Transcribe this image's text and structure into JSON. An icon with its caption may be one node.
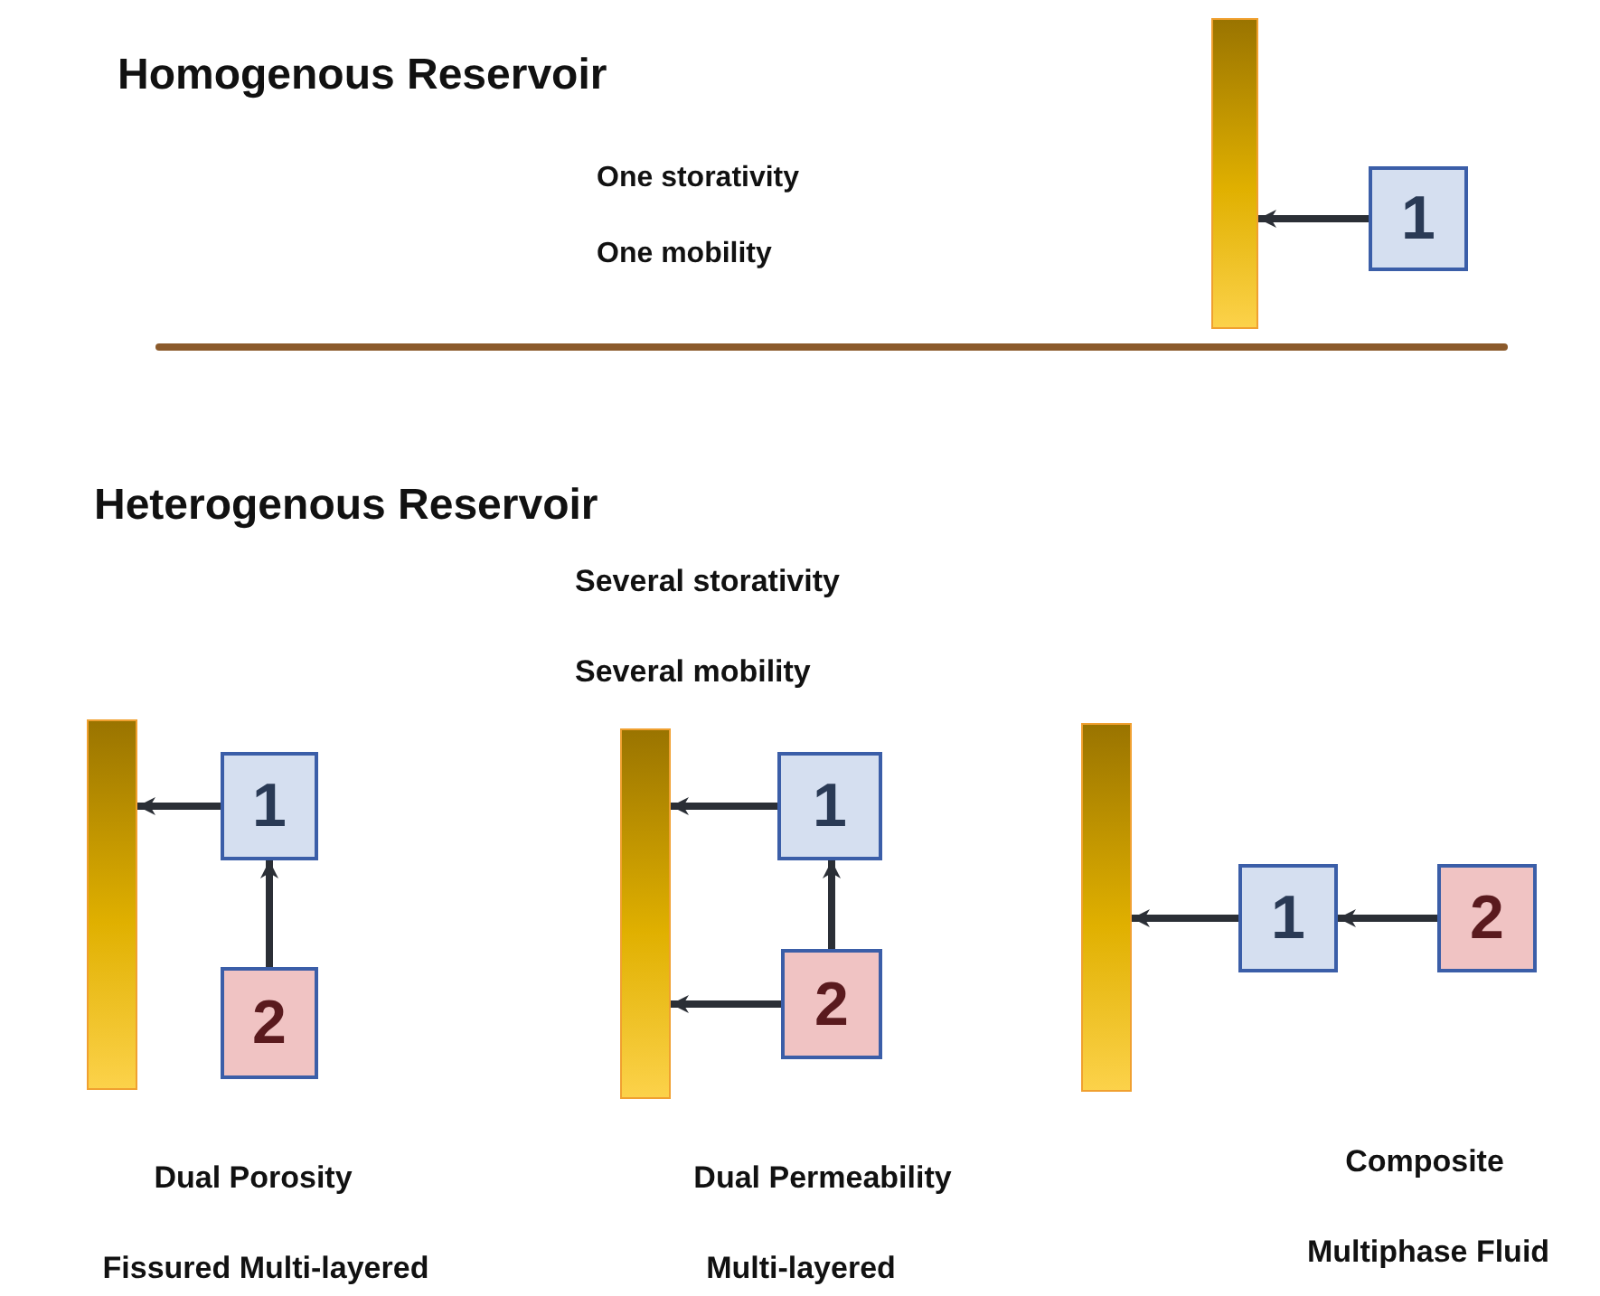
{
  "diagram": {
    "nodes": [
      {
        "text": [],
        "shape": "bar"
      },
      {
        "text": [
          "1"
        ]
      },
      {
        "text": [],
        "shape": "bar"
      },
      {
        "text": [
          "1"
        ]
      },
      {
        "text": [
          "2"
        ]
      },
      {
        "text": [],
        "shape": "bar"
      },
      {
        "text": [
          "1"
        ]
      },
      {
        "text": [
          "2"
        ]
      },
      {
        "text": [],
        "shape": "bar"
      },
      {
        "text": [
          "1"
        ]
      },
      {
        "text": [
          "2"
        ]
      }
    ],
    "edges": [
      {
        "from": 1,
        "to": 0,
        "arrow": "to"
      },
      {
        "from": 3,
        "to": 2,
        "arrow": "to"
      },
      {
        "from": 4,
        "to": 3,
        "arrow": "to"
      },
      {
        "from": 6,
        "to": 5,
        "arrow": "to"
      },
      {
        "from": 7,
        "to": 6,
        "arrow": "to"
      },
      {
        "from": 7,
        "to": 5,
        "arrow": "to"
      },
      {
        "from": 9,
        "to": 8,
        "arrow": "to"
      },
      {
        "from": 10,
        "to": 9,
        "arrow": "to"
      }
    ],
    "labels": [
      "Homogenous Reservoir",
      "One storativity",
      "One mobility",
      "Heterogenous Reservoir",
      "Several storativity",
      "Several mobility",
      "Dual Porosity",
      "Dual Permeability",
      "Composite",
      "Fissured Multi-layered",
      "Multi-layered",
      "Multiphase Fluid"
    ]
  }
}
